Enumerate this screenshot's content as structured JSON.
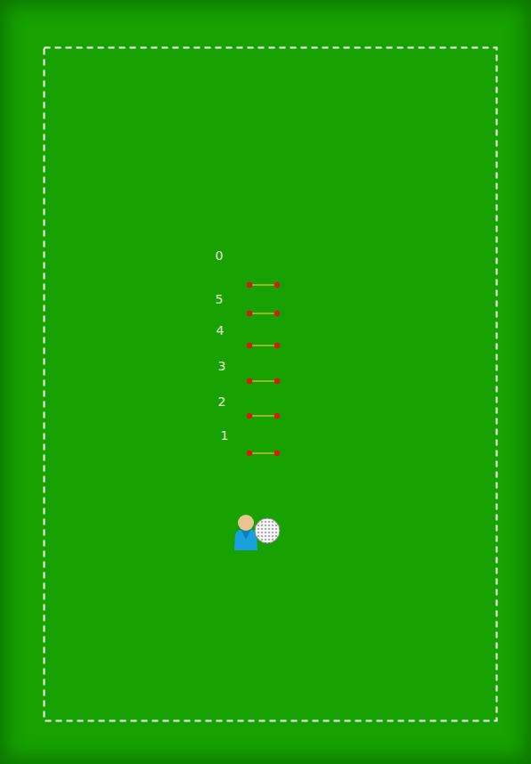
{
  "diagram": {
    "labels": [
      "0",
      "5",
      "4",
      "3",
      "2",
      "1"
    ]
  }
}
